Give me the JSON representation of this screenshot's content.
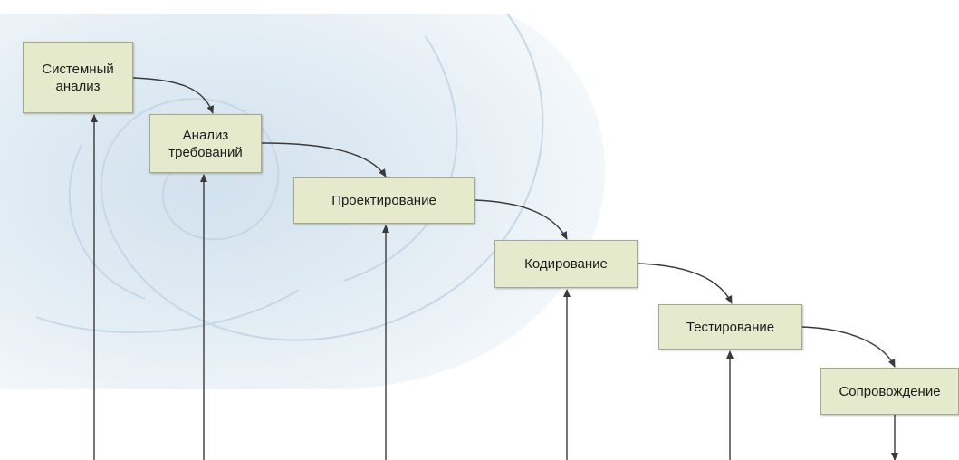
{
  "stages": [
    {
      "label": "Системный\nанализ"
    },
    {
      "label": "Анализ\nтребований"
    },
    {
      "label": "Проектирование"
    },
    {
      "label": "Кодирование"
    },
    {
      "label": "Тестирование"
    },
    {
      "label": "Сопровождение"
    }
  ],
  "colors": {
    "box_fill": "#e6eacd",
    "box_border": "#a3a88f",
    "arrow": "#3a3a3a",
    "background_shell": "#dde9f2"
  },
  "background_icon": "nautilus-shell"
}
